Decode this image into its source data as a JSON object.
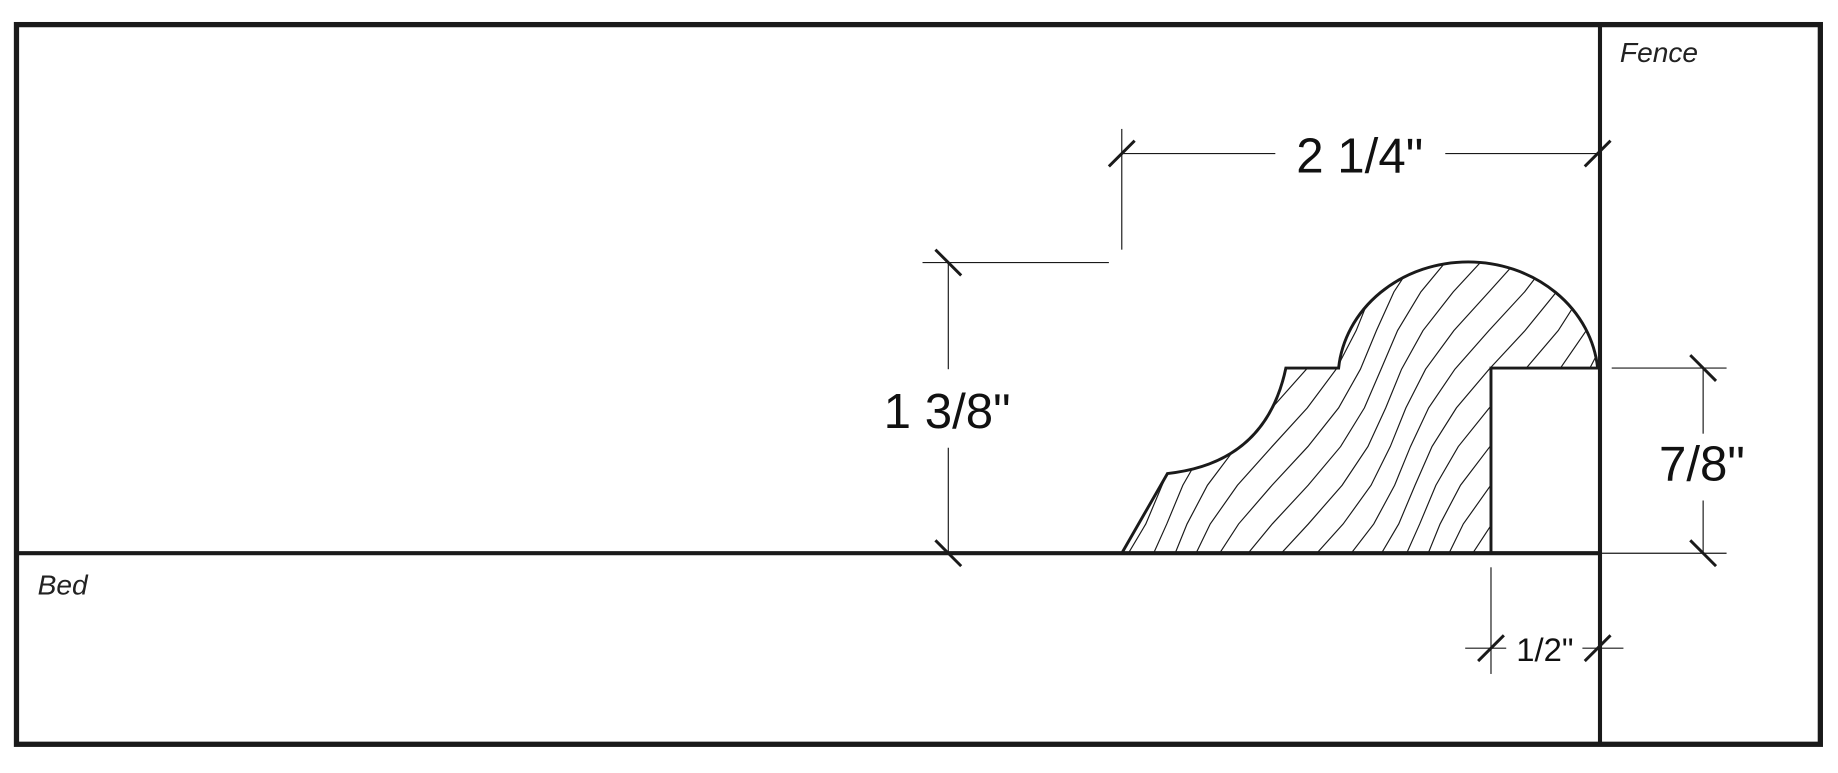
{
  "labels": {
    "fence": "Fence",
    "bed": "Bed"
  },
  "dimensions": {
    "width_total": "2 1/4\"",
    "height_total": "1 3/8\"",
    "rabbet_height": "7/8\"",
    "rabbet_width": "1/2\""
  },
  "colors": {
    "line": "#1a1a1a",
    "background": "#ffffff"
  }
}
